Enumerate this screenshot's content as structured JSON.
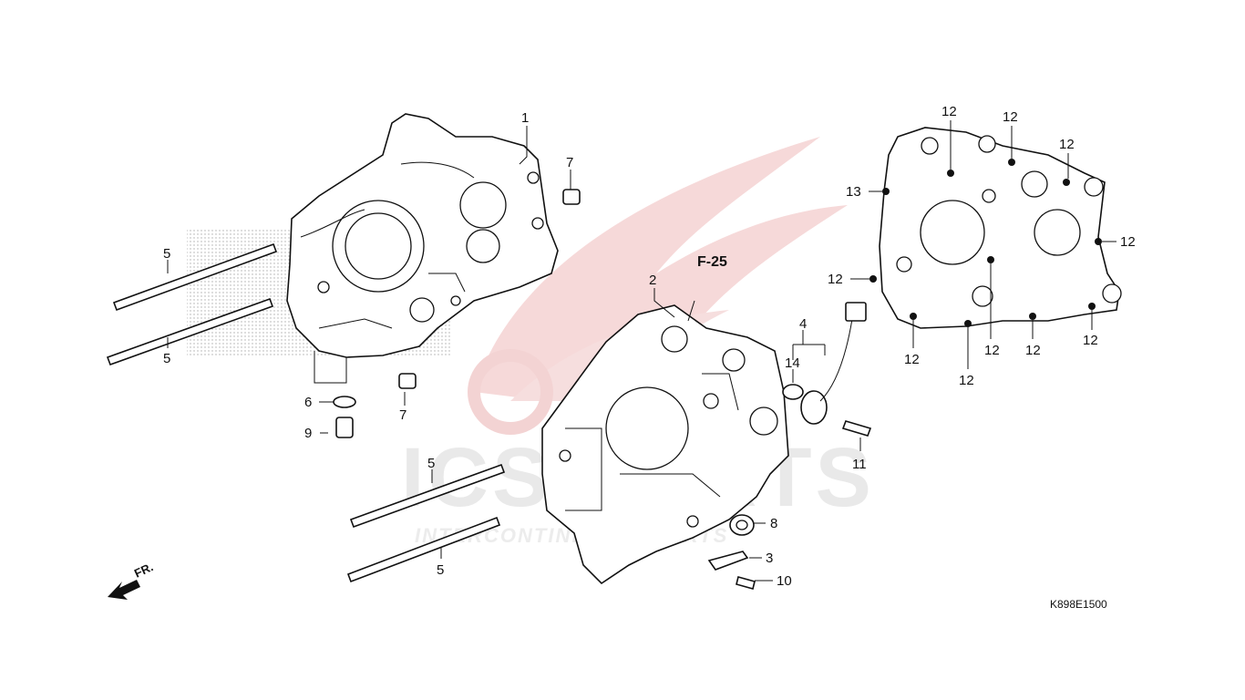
{
  "watermark": {
    "brand": "ICS PARTS",
    "tagline": "INTERCONTINENTAL PARTS"
  },
  "reference": {
    "label": "F-25"
  },
  "drawing_code": "K898E1500",
  "front_marker": {
    "label": "FR."
  },
  "callouts": {
    "c1": "1",
    "c2": "2",
    "c3": "3",
    "c4": "4",
    "c5a": "5",
    "c5b": "5",
    "c5c": "5",
    "c5d": "5",
    "c6": "6",
    "c7a": "7",
    "c7b": "7",
    "c8": "8",
    "c9": "9",
    "c10": "10",
    "c11": "11",
    "c12a": "12",
    "c12b": "12",
    "c12c": "12",
    "c12d": "12",
    "c12e": "12",
    "c12f": "12",
    "c12g": "12",
    "c12h": "12",
    "c12i": "12",
    "c12j": "12",
    "c13": "13",
    "c14": "14"
  },
  "colors": {
    "watermark_red": "#f2c9c9",
    "watermark_grey": "#e9e9e9",
    "line": "#111111"
  }
}
